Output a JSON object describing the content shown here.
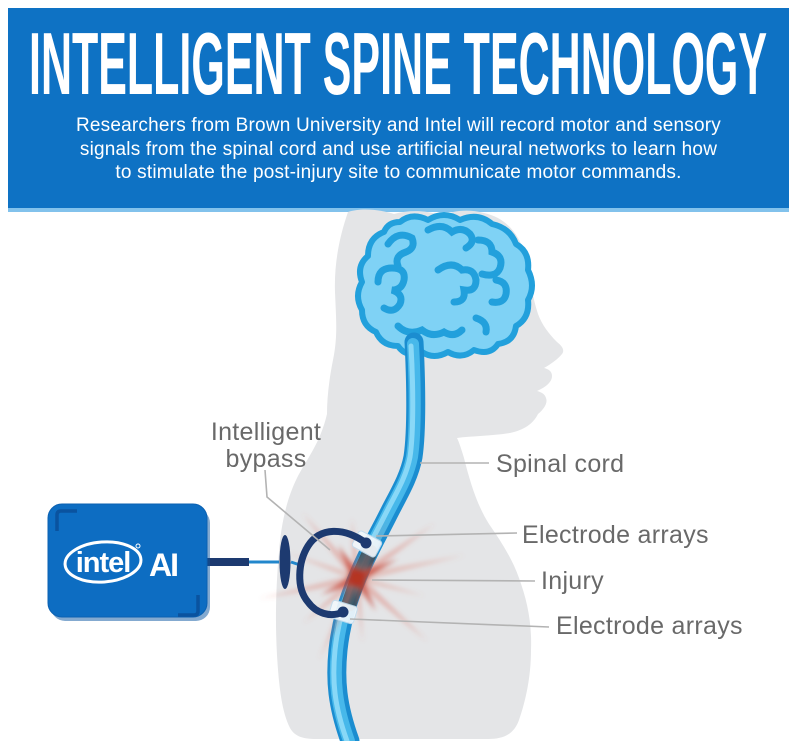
{
  "header": {
    "title": "INTELLIGENT SPINE TECHNOLOGY",
    "subtitle_lines": [
      "Researchers from Brown University and Intel will record motor and sensory",
      "signals from the spinal cord and use artificial neural networks to learn how",
      "to stimulate the post-injury site to communicate motor commands."
    ]
  },
  "device": {
    "brand": "intel",
    "chip_label": "AI"
  },
  "diagram_labels": {
    "intelligent_bypass_line1": "Intelligent",
    "intelligent_bypass_line2": "bypass",
    "spinal_cord": "Spinal cord",
    "electrode_arrays_top": "Electrode arrays",
    "injury": "Injury",
    "electrode_arrays_bottom": "Electrode arrays"
  },
  "colors": {
    "banner_blue": "#0e72c4",
    "banner_edge_light_blue": "#82c2ec",
    "chip_blue": "#0d6dc2",
    "bypass_navy": "#1d3a70",
    "spinal_cord_blue": "#1b8dd0",
    "spinal_cord_highlight": "#47b8ea",
    "brain_fill": "#7fd2f5",
    "brain_outline": "#22a0dc",
    "silhouette_gray": "#e4e5e7",
    "label_text_gray": "#696969",
    "leader_line_gray": "#b3b3b3",
    "injury_red": "#c8402f"
  }
}
